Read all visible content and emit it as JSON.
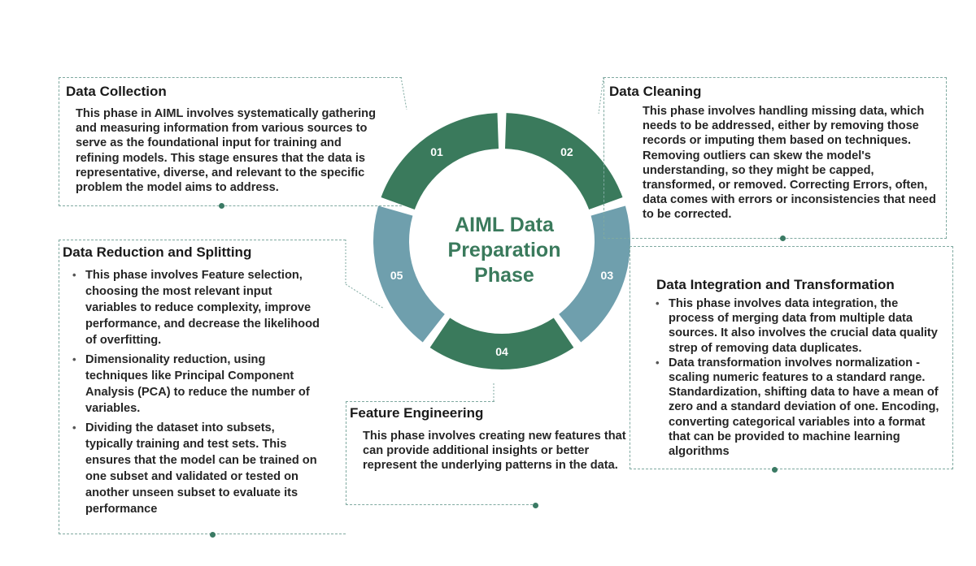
{
  "center": {
    "line1": "AIML Data",
    "line2": "Preparation",
    "line3": "Phase"
  },
  "segments": [
    {
      "number": "01",
      "color": "#3a7a5c"
    },
    {
      "number": "02",
      "color": "#3a7a5c"
    },
    {
      "number": "03",
      "color": "#6f9fad"
    },
    {
      "number": "04",
      "color": "#3a7a5c"
    },
    {
      "number": "05",
      "color": "#6f9fad"
    }
  ],
  "colors": {
    "green": "#3a7a5c",
    "blue": "#6f9fad",
    "border": "#7fa9a0",
    "dot": "#3b7a64"
  },
  "collection": {
    "title": "Data Collection",
    "text": "This phase in AIML involves systematically gathering and measuring information from various sources to serve as the foundational input for training and refining models. This stage ensures that the data is representative, diverse, and relevant to the specific problem the model aims to address."
  },
  "cleaning": {
    "title": "Data Cleaning",
    "text": "This phase involves handling missing data, which needs to be addressed, either by removing those records or imputing them based on techniques. Removing outliers can skew the model's understanding, so they might be capped, transformed, or removed. Correcting Errors, often, data comes with errors or inconsistencies that need to be corrected."
  },
  "integration": {
    "title": "Data Integration and Transformation",
    "bullets": [
      "This phase involves data integration, the process of merging data from multiple data sources. It also involves the crucial data quality strep of removing data duplicates.",
      "Data transformation involves normalization - scaling numeric features to a standard range. Standardization, shifting data to have a mean of zero and a standard deviation of one. Encoding, converting categorical variables into a format that can be provided to machine learning algorithms"
    ]
  },
  "feature": {
    "title": "Feature Engineering",
    "text": "This phase involves creating new features that can provide additional insights or better represent the underlying patterns in the data."
  },
  "reduction": {
    "title": "Data Reduction and Splitting",
    "bullets": [
      "This phase involves Feature selection, choosing the most relevant input variables to reduce complexity, improve performance, and decrease the likelihood of overfitting.",
      "Dimensionality reduction, using techniques like Principal Component Analysis (PCA) to reduce the number of variables.",
      "Dividing the dataset into subsets, typically training and test sets. This ensures that the model can be trained on one subset and validated or tested on another unseen subset to evaluate its performance"
    ]
  }
}
